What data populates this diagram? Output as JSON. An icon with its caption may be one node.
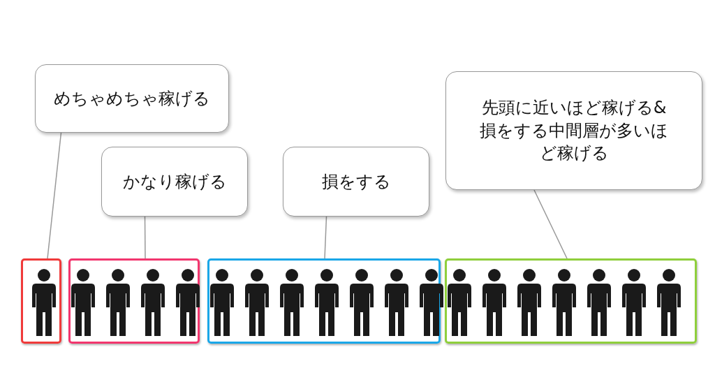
{
  "diagram": {
    "nodes": [
      {
        "text": [
          "めちゃめちゃ稼げる"
        ]
      },
      {
        "text": [
          "かなり稼げる"
        ]
      },
      {
        "text": [
          "損をする"
        ]
      },
      {
        "text": [
          "先頭に近いほど稼げる&損をする中間層が多いほど稼げる"
        ]
      },
      {
        "text": [],
        "shape": "box"
      },
      {
        "text": [],
        "shape": "person",
        "in": 4
      },
      {
        "text": [],
        "shape": "box"
      },
      {
        "text": [],
        "shape": "person",
        "in": 6
      },
      {
        "text": [],
        "shape": "person",
        "in": 6
      },
      {
        "text": [],
        "shape": "person",
        "in": 6
      },
      {
        "text": [],
        "shape": "person",
        "in": 6
      },
      {
        "text": [],
        "shape": "box"
      },
      {
        "text": [],
        "shape": "person",
        "in": 11
      },
      {
        "text": [],
        "shape": "person",
        "in": 11
      },
      {
        "text": [],
        "shape": "person",
        "in": 11
      },
      {
        "text": [],
        "shape": "person",
        "in": 11
      },
      {
        "text": [],
        "shape": "person",
        "in": 11
      },
      {
        "text": [],
        "shape": "person",
        "in": 11
      },
      {
        "text": [],
        "shape": "person",
        "in": 11
      },
      {
        "text": [],
        "shape": "box"
      },
      {
        "text": [],
        "shape": "person",
        "in": 19
      },
      {
        "text": [],
        "shape": "person",
        "in": 19
      },
      {
        "text": [],
        "shape": "person",
        "in": 19
      },
      {
        "text": [],
        "shape": "person",
        "in": 19
      },
      {
        "text": [],
        "shape": "person",
        "in": 19
      },
      {
        "text": [],
        "shape": "person",
        "in": 19
      },
      {
        "text": [],
        "shape": "person",
        "in": 19
      }
    ],
    "edges": [
      {
        "from": 0,
        "to": 4,
        "arrow": "none"
      },
      {
        "from": 1,
        "to": 6,
        "arrow": "none"
      },
      {
        "from": 2,
        "to": 11,
        "arrow": "none"
      },
      {
        "from": 3,
        "to": 19,
        "arrow": "none"
      }
    ]
  }
}
